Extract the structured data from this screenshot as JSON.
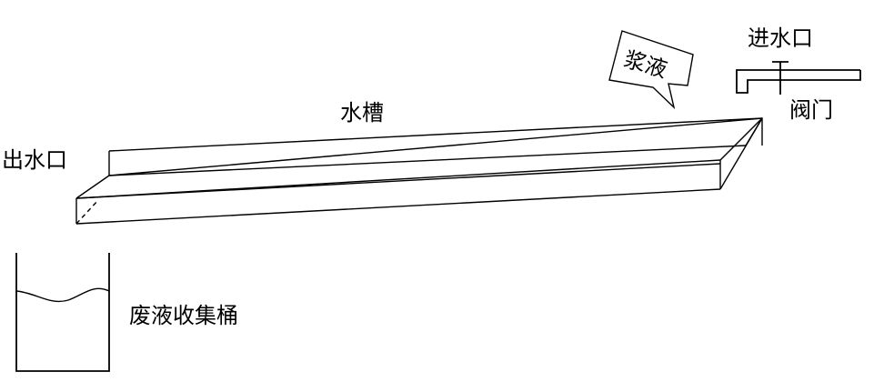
{
  "labels": {
    "outlet": "出水口",
    "trough": "水槽",
    "slurry": "浆液",
    "inlet": "进水口",
    "valve": "阀门",
    "bucket": "废液收集桶"
  },
  "colors": {
    "stroke": "#000000",
    "background": "#ffffff"
  }
}
